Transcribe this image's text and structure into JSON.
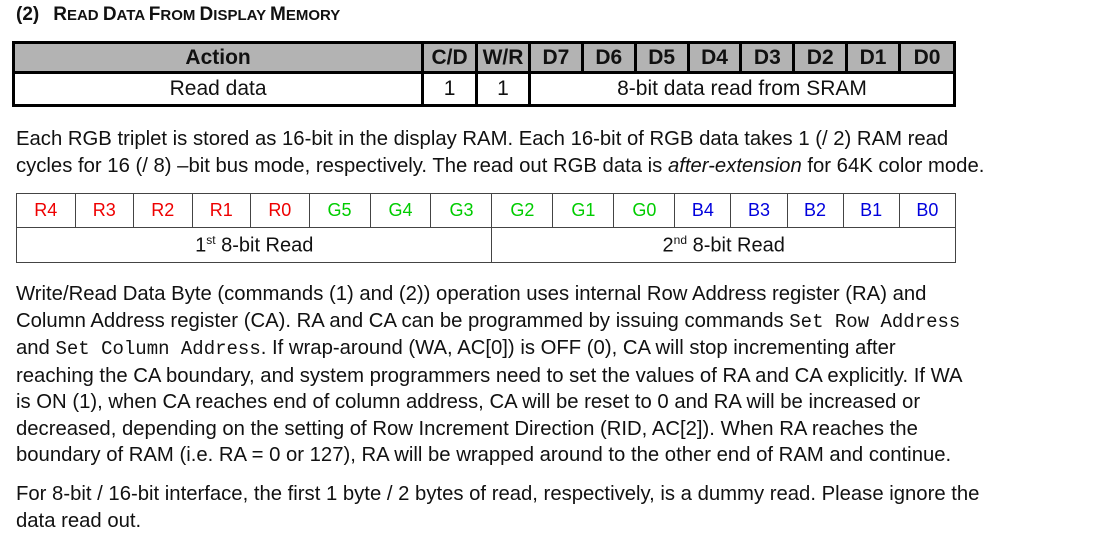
{
  "section": {
    "number": "(2)",
    "title_r": "R",
    "title_ead": "EAD ",
    "title_d": "D",
    "title_ata": "ATA ",
    "title_f": "F",
    "title_rom": "ROM ",
    "title_d2": "D",
    "title_isplay": "ISPLAY ",
    "title_m": "M",
    "title_emory": "EMORY"
  },
  "command_table": {
    "headers": [
      "Action",
      "C/D",
      "W/R",
      "D7",
      "D6",
      "D5",
      "D4",
      "D3",
      "D2",
      "D1",
      "D0"
    ],
    "row": {
      "action": "Read data",
      "cd": "1",
      "wr": "1",
      "data": "8-bit data read from SRAM"
    }
  },
  "para1": {
    "line1": "Each RGB triplet is stored as 16-bit in the display RAM. Each 16-bit of RGB data takes 1 (/ 2) RAM read",
    "line2_a": "cycles for 16 (/ 8) –bit bus mode, respectively.  The read out RGB data is ",
    "line2_em": "after-extension",
    "line2_b": " for 64K color mode."
  },
  "bits_table": {
    "bits": [
      {
        "label": "R4",
        "color": "#ee0000"
      },
      {
        "label": "R3",
        "color": "#ee0000"
      },
      {
        "label": "R2",
        "color": "#ee0000"
      },
      {
        "label": "R1",
        "color": "#ee0000"
      },
      {
        "label": "R0",
        "color": "#ee0000"
      },
      {
        "label": "G5",
        "color": "#00cc00"
      },
      {
        "label": "G4",
        "color": "#00cc00"
      },
      {
        "label": "G3",
        "color": "#00cc00"
      },
      {
        "label": "G2",
        "color": "#00cc00"
      },
      {
        "label": "G1",
        "color": "#00cc00"
      },
      {
        "label": "G0",
        "color": "#00cc00"
      },
      {
        "label": "B4",
        "color": "#0000dd"
      },
      {
        "label": "B3",
        "color": "#0000dd"
      },
      {
        "label": "B2",
        "color": "#0000dd"
      },
      {
        "label": "B1",
        "color": "#0000dd"
      },
      {
        "label": "B0",
        "color": "#0000dd"
      }
    ],
    "read1_num": "1",
    "read1_sup": "st",
    "read1_text": " 8-bit Read",
    "read2_num": "2",
    "read2_sup": "nd",
    "read2_text": " 8-bit Read"
  },
  "para2": {
    "line1": "Write/Read Data Byte (commands (1) and (2)) operation uses internal Row Address register (RA) and",
    "line2_a": "Column Address register (CA). RA and CA can be programmed by issuing commands ",
    "line2_code": "Set Row Address",
    "line3_a": "and ",
    "line3_code": "Set Column Address",
    "line3_b": ". If wrap-around (WA, AC[0]) is OFF (0), CA will stop incrementing after",
    "line4": "reaching the CA boundary, and system programmers need to set the values of RA and CA explicitly.  If WA",
    "line5": "is ON (1), when CA reaches end of column address, CA will be reset to 0 and RA will be increased or",
    "line6": "decreased, depending on the setting of Row Increment Direction (RID, AC[2]). When RA reaches the",
    "line7": "boundary of RAM (i.e. RA = 0 or 127), RA will be wrapped around to the other end of RAM and continue."
  },
  "para3": {
    "line1": "For 8-bit / 16-bit interface, the first 1 byte / 2 bytes of read, respectively, is a dummy read. Please ignore the",
    "line2": "data read out."
  }
}
